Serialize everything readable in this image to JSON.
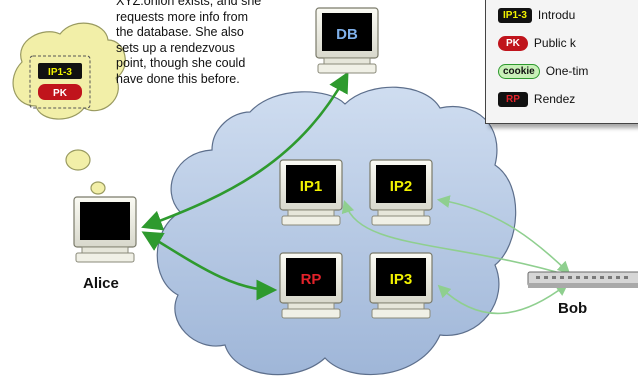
{
  "caption": {
    "lines": [
      "XYZ.onion exists, and she",
      "requests more info from",
      "the database.  She also",
      "sets up a rendezvous",
      "point, though she could",
      "have done this before."
    ]
  },
  "nodes": {
    "db": "DB",
    "ip1": "IP1",
    "ip2": "IP2",
    "ip3": "IP3",
    "rp": "RP"
  },
  "actors": {
    "alice": "Alice",
    "bob": "Bob"
  },
  "thought": {
    "ip_badge": "IP1-3",
    "pk_badge": "PK"
  },
  "legend": {
    "items": [
      {
        "badge": "IP1-3",
        "text": "Introdu"
      },
      {
        "badge": "PK",
        "text": "Public k"
      },
      {
        "badge": "cookie",
        "text": "One-tim"
      },
      {
        "badge": "RP",
        "text": "Rendez"
      }
    ]
  },
  "colors": {
    "arrow_green": "#2e9a2e",
    "arrow_light": "#8fcf8f",
    "cloud_fill": "#b8cde6",
    "label_yellow": "#f2f200",
    "label_red": "#e2222a",
    "pk_red": "#c0141c",
    "thought_fill": "#f2efa8",
    "legend_bg": "#f4f4f4"
  }
}
